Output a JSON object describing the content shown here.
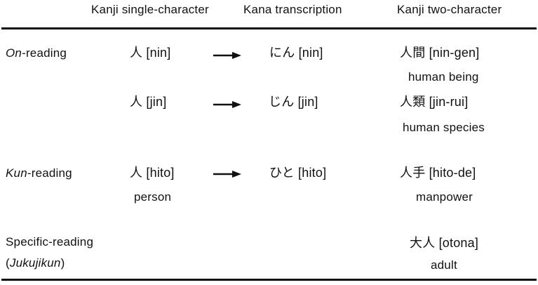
{
  "colors": {
    "background": "#ffffff",
    "text": "#111111",
    "rule": "#111111"
  },
  "icons": {
    "right_arrow": "→"
  },
  "header": {
    "col_single": "Kanji single-character",
    "col_kana": "Kana transcription",
    "col_two": "Kanji two-character"
  },
  "rows": {
    "on": {
      "label_italic": "On",
      "label_rest": "-reading",
      "nin": {
        "single": "人 [nin]",
        "kana": "にん [nin]",
        "compound": "人間 [nin-gen]",
        "gloss": "human being"
      },
      "jin": {
        "single": "人 [jin]",
        "kana": "じん [jin]",
        "compound": "人類 [jin-rui]",
        "gloss": "human species"
      }
    },
    "kun": {
      "label_italic": "Kun",
      "label_rest": "-reading",
      "hito": {
        "single": "人 [hito]",
        "single_gloss": "person",
        "kana": "ひと [hito]",
        "compound": "人手 [hito-de]",
        "gloss": "manpower"
      }
    },
    "specific": {
      "label_line1": "Specific-reading",
      "paren_open": "(",
      "label_italic": "Jukujikun",
      "paren_close": ")",
      "otona": {
        "compound": "大人 [otona]",
        "gloss": "adult"
      }
    }
  }
}
